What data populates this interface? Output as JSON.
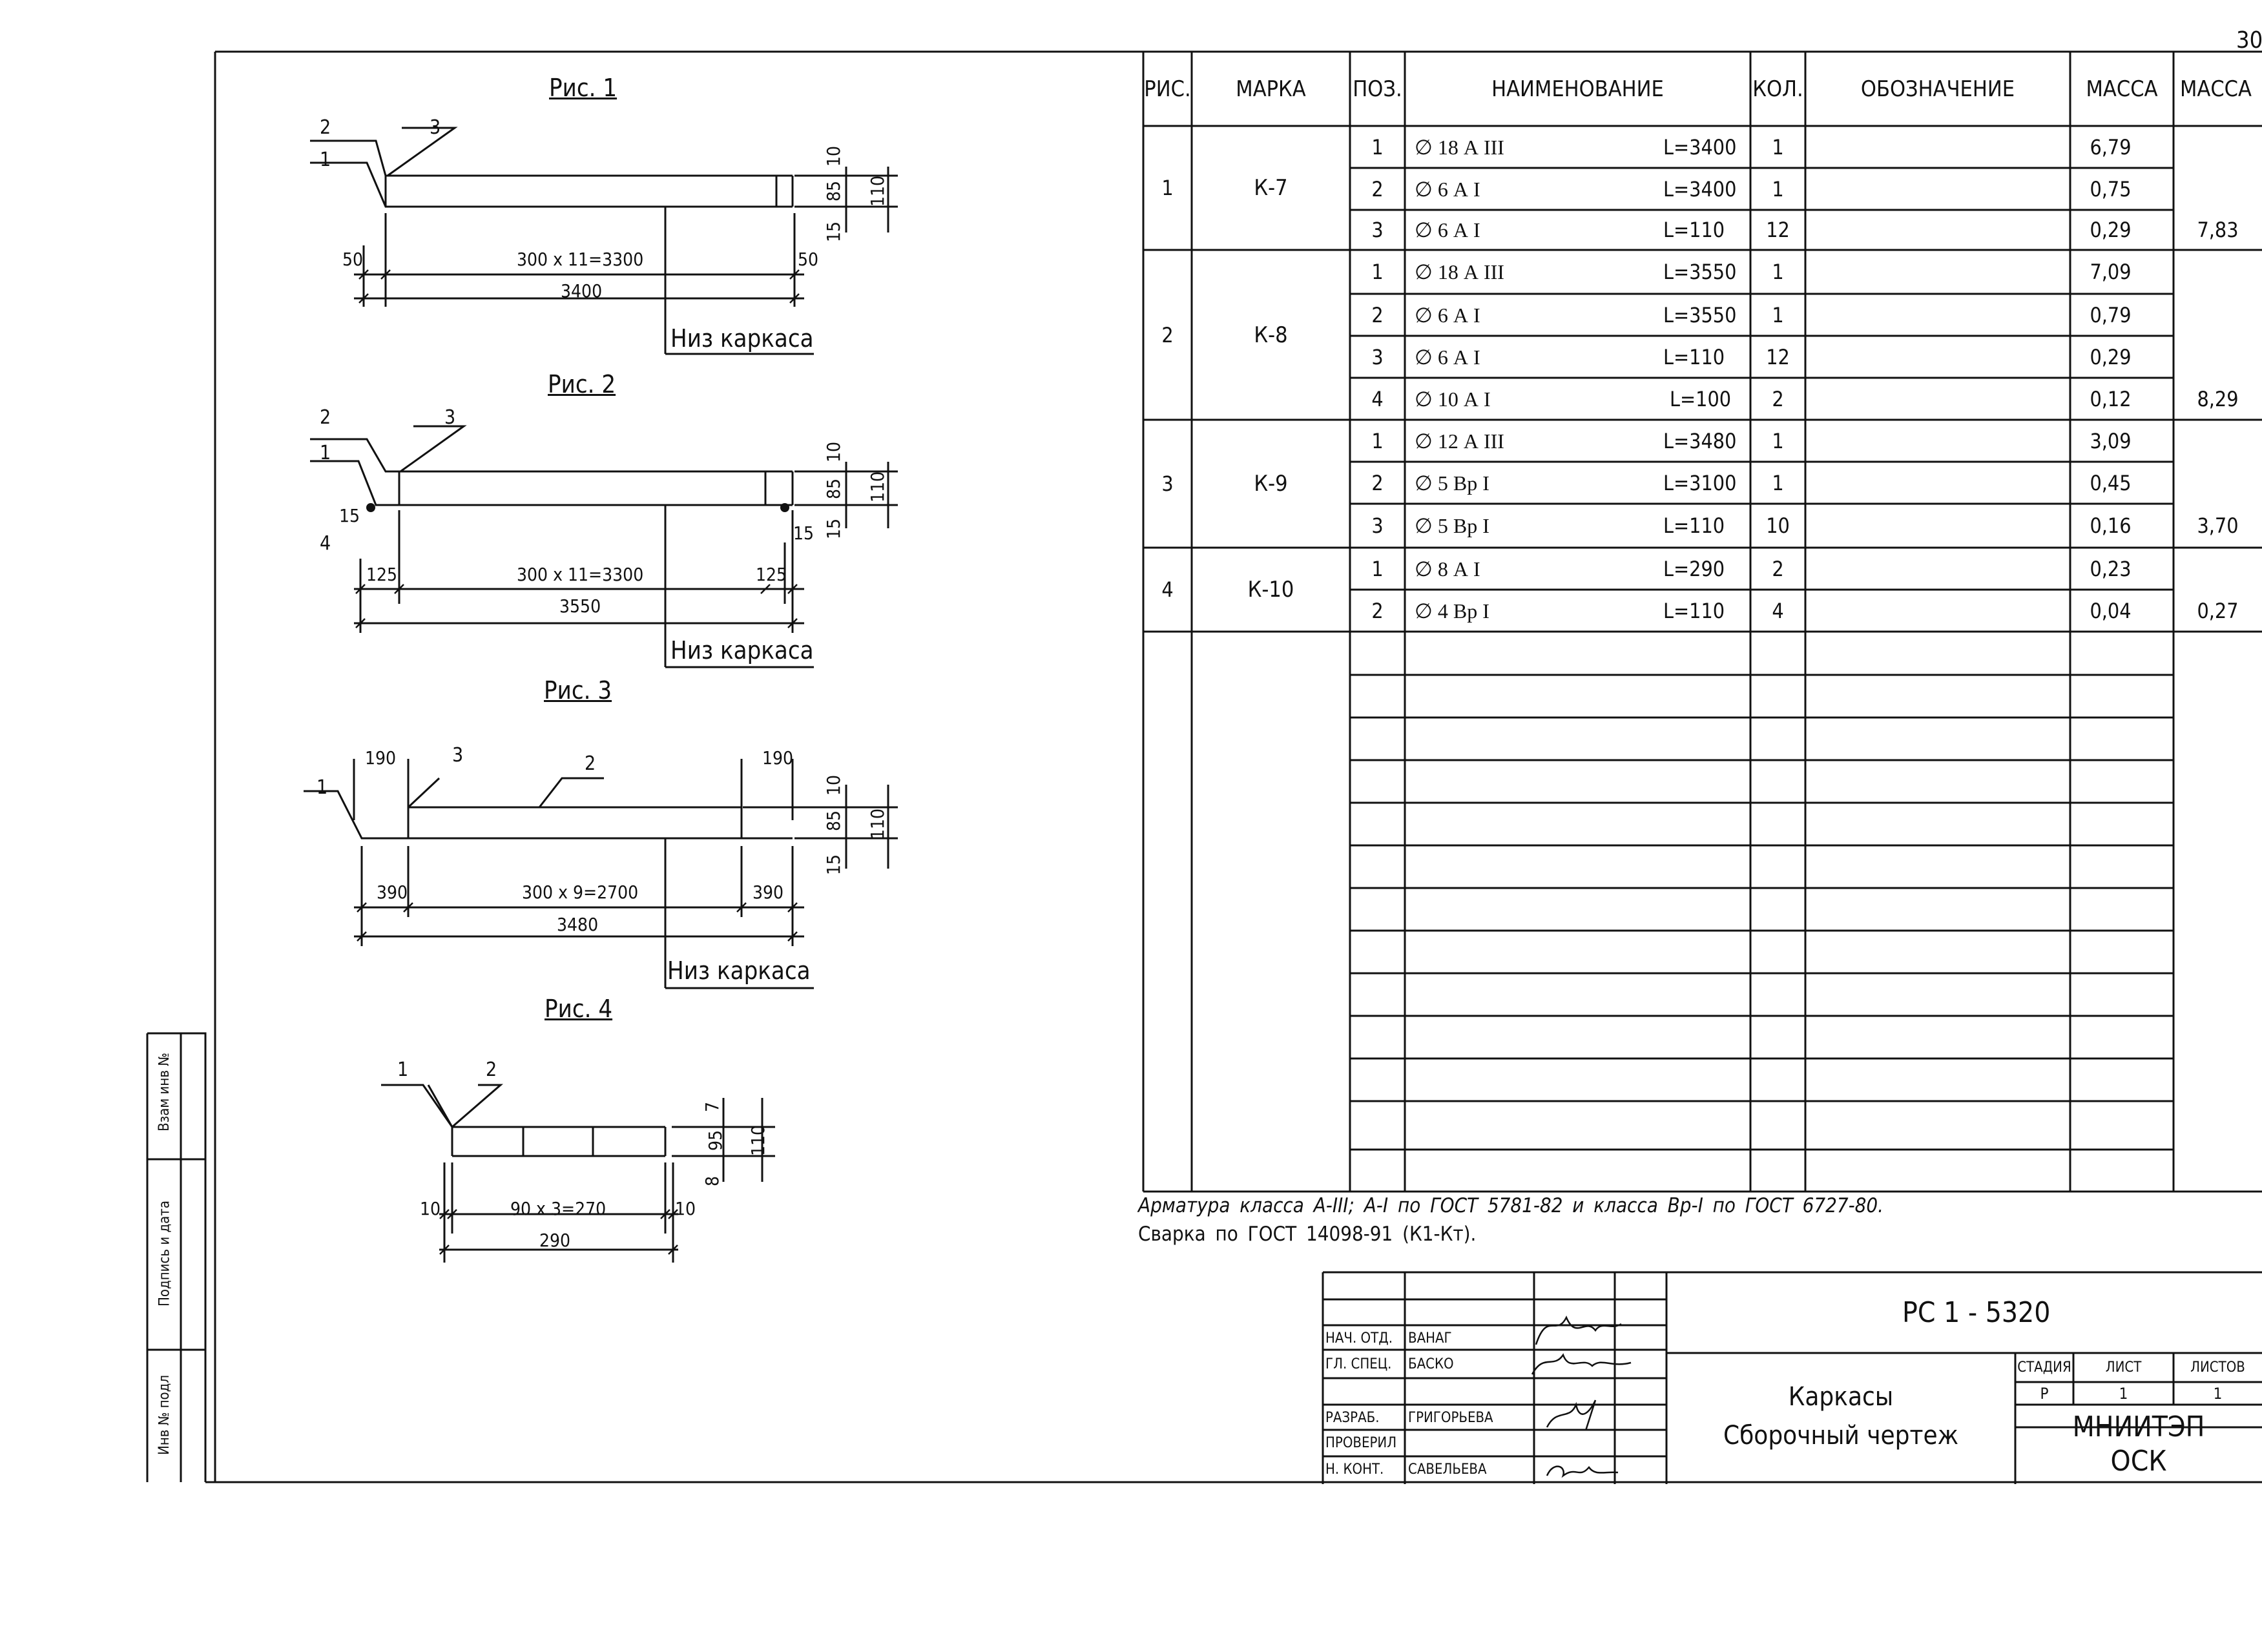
{
  "page_number": "30",
  "figures": {
    "fig1": {
      "title": "Рис. 1",
      "pos_a": "2",
      "pos_b": "1",
      "pos_c": "3",
      "dim_top": "10",
      "dim_mid": "85",
      "dim_bot": "15",
      "dim_total": "110",
      "left_off": "50",
      "right_off": "50",
      "span": "300 x 11=3300",
      "length": "3400",
      "bottom_label": "Низ каркаса"
    },
    "fig2": {
      "title": "Рис. 2",
      "pos_a": "2",
      "pos_b": "1",
      "pos_c": "3",
      "pos_d": "4",
      "dim_top": "10",
      "dim_mid": "85",
      "dim_bot": "15",
      "dim_total": "110",
      "end_left": "15",
      "end_right": "15",
      "left_off": "125",
      "right_off": "125",
      "span": "300 x 11=3300",
      "length": "3550",
      "bottom_label": "Низ каркаса"
    },
    "fig3": {
      "title": "Рис. 3",
      "pos_a": "1",
      "pos_b": "3",
      "pos_c": "2",
      "top_left": "190",
      "top_right": "190",
      "dim_top": "10",
      "dim_mid": "85",
      "dim_bot": "15",
      "dim_total": "110",
      "left_off": "390",
      "right_off": "390",
      "span": "300 x 9=2700",
      "length": "3480",
      "bottom_label": "Низ каркаса"
    },
    "fig4": {
      "title": "Рис. 4",
      "pos_a": "1",
      "pos_b": "2",
      "dim_top": "7",
      "dim_mid": "95",
      "dim_bot": "8",
      "dim_total": "110",
      "left_off": "10",
      "right_off": "10",
      "span": "90 x 3=270",
      "length": "290"
    }
  },
  "spec": {
    "headers": [
      "РИС.",
      "МАРКА",
      "ПОЗ.",
      "НАИМЕНОВАНИЕ",
      "КОЛ.",
      "ОБОЗНАЧЕНИЕ",
      "МАССА",
      "МАССА"
    ],
    "groups": [
      {
        "fig": "1",
        "mark": "К-7",
        "total": "7,83",
        "rows": [
          {
            "pos": "1",
            "name": "∅ 18 А III",
            "len": "L=3400",
            "qty": "1",
            "mass": "6,79"
          },
          {
            "pos": "2",
            "name": "∅ 6 А I",
            "len": "L=3400",
            "qty": "1",
            "mass": "0,75"
          },
          {
            "pos": "3",
            "name": "∅ 6 А I",
            "len": "L=110",
            "qty": "12",
            "mass": "0,29"
          }
        ]
      },
      {
        "fig": "2",
        "mark": "К-8",
        "total": "8,29",
        "rows": [
          {
            "pos": "1",
            "name": "∅ 18 А III",
            "len": "L=3550",
            "qty": "1",
            "mass": "7,09"
          },
          {
            "pos": "2",
            "name": "∅ 6 А I",
            "len": "L=3550",
            "qty": "1",
            "mass": "0,79"
          },
          {
            "pos": "3",
            "name": "∅ 6 А I",
            "len": "L=110",
            "qty": "12",
            "mass": "0,29"
          },
          {
            "pos": "4",
            "name": "∅ 10 А I",
            "len": "L=100",
            "qty": "2",
            "mass": "0,12"
          }
        ]
      },
      {
        "fig": "3",
        "mark": "К-9",
        "total": "3,70",
        "rows": [
          {
            "pos": "1",
            "name": "∅ 12 А III",
            "len": "L=3480",
            "qty": "1",
            "mass": "3,09"
          },
          {
            "pos": "2",
            "name": "∅ 5 Вр I",
            "len": "L=3100",
            "qty": "1",
            "mass": "0,45"
          },
          {
            "pos": "3",
            "name": "∅ 5 Вр I",
            "len": "L=110",
            "qty": "10",
            "mass": "0,16"
          }
        ]
      },
      {
        "fig": "4",
        "mark": "К-10",
        "total": "0,27",
        "rows": [
          {
            "pos": "1",
            "name": "∅ 8 А I",
            "len": "L=290",
            "qty": "2",
            "mass": "0,23"
          },
          {
            "pos": "2",
            "name": "∅ 4 Вр I",
            "len": "L=110",
            "qty": "4",
            "mass": "0,04"
          }
        ]
      }
    ],
    "notes": [
      "Арматура класса А-III; А-I по ГОСТ 5781-82 и класса Вр-I по ГОСТ 6727-80.",
      "Сварка по ГОСТ 14098-91 (К1-Кт)."
    ]
  },
  "side_stamp": [
    "Взам инв №",
    "Подпись и дата",
    "Инв № подл"
  ],
  "title_block": {
    "code": "РС 1 - 5320",
    "title_line1": "Каркасы",
    "title_line2": "Сборочный чертеж",
    "stage_label": "СТАДИЯ",
    "sheet_label": "ЛИСТ",
    "sheets_label": "ЛИСТОВ",
    "stage": "Р",
    "sheet": "1",
    "sheets": "1",
    "org_line1": "МНИИТЭП",
    "org_line2": "ОСК",
    "roles": [
      {
        "role": "НАЧ. ОТД.",
        "name": "ВАНАГ"
      },
      {
        "role": "ГЛ. СПЕЦ.",
        "name": "БАСКО"
      },
      {
        "role": "",
        "name": ""
      },
      {
        "role": "РАЗРАБ.",
        "name": "ГРИГОРЬЕВА"
      },
      {
        "role": "ПРОВЕРИЛ",
        "name": ""
      },
      {
        "role": "Н. КОНТ.",
        "name": "САВЕЛЬЕВА"
      }
    ]
  }
}
